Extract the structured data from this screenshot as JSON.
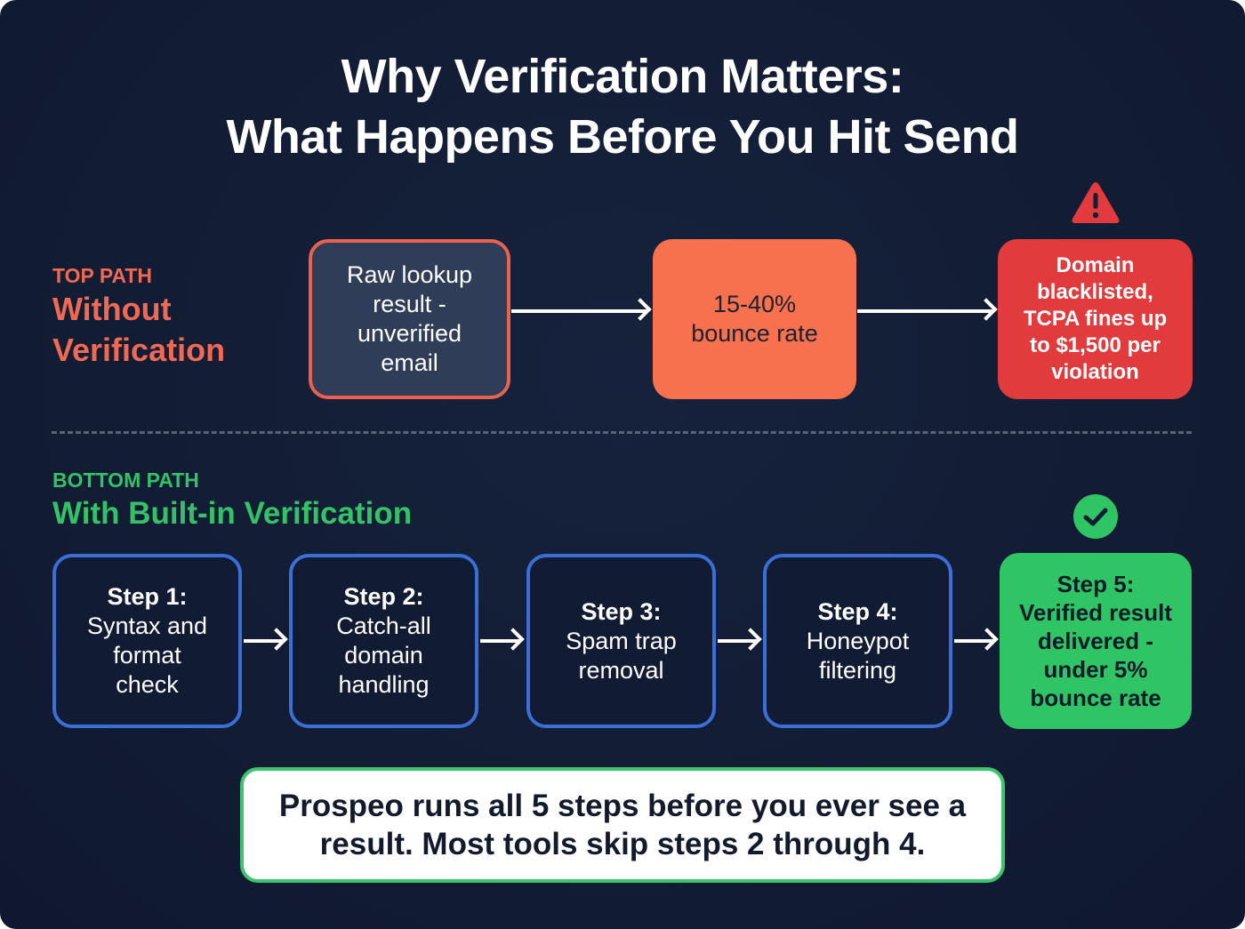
{
  "title": {
    "line1": "Why Verification Matters:",
    "line2": "What Happens Before You Hit Send"
  },
  "top_path": {
    "kicker": "TOP PATH",
    "heading_line1": "Without",
    "heading_line2": "Verification",
    "color": "#ee6a55",
    "nodes": [
      {
        "lines": [
          "Raw lookup",
          "result -",
          "unverified",
          "email"
        ],
        "style": "outlined-red"
      },
      {
        "lines": [
          "15-40%",
          "bounce rate"
        ],
        "style": "orange-fill"
      },
      {
        "lines": [
          "Domain",
          "blacklisted,",
          "TCPA fines up",
          "to $1,500 per",
          "violation"
        ],
        "style": "red-fill"
      }
    ],
    "end_icon": "warning-icon"
  },
  "bottom_path": {
    "kicker": "BOTTOM PATH",
    "heading": "With Built-in Verification",
    "color": "#33c265",
    "steps": [
      {
        "label": "Step 1:",
        "lines": [
          "Syntax and",
          "format",
          "check"
        ]
      },
      {
        "label": "Step 2:",
        "lines": [
          "Catch-all",
          "domain",
          "handling"
        ]
      },
      {
        "label": "Step 3:",
        "lines": [
          "Spam trap",
          "removal"
        ]
      },
      {
        "label": "Step 4:",
        "lines": [
          "Honeypot",
          "filtering"
        ]
      },
      {
        "label": "Step 5:",
        "lines": [
          "Verified result",
          "delivered -",
          "under 5%",
          "bounce rate"
        ]
      }
    ],
    "end_icon": "check-circle-icon"
  },
  "callout": {
    "line1": "Prospeo runs all 5 steps before you ever see a",
    "line2": "result. Most tools skip steps 2 through 4."
  },
  "colors": {
    "background": "#131d35",
    "red_accent": "#e23b3d",
    "orange_accent": "#f7714f",
    "green_accent": "#2fc564",
    "blue_border": "#3a6fd8"
  }
}
